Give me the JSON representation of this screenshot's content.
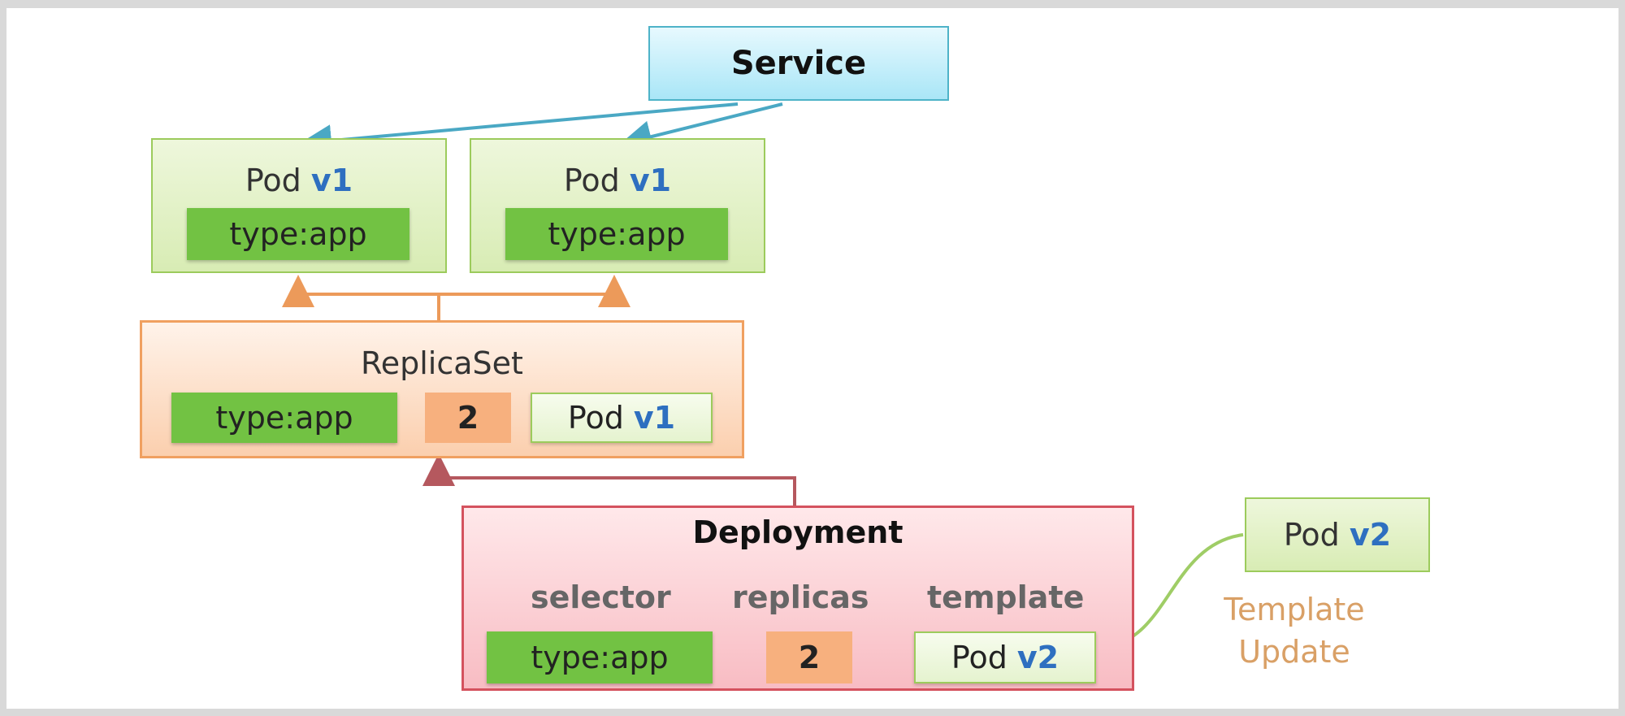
{
  "service": {
    "label": "Service"
  },
  "pods": [
    {
      "label": "Pod",
      "version": "v1",
      "selector": "type:app"
    },
    {
      "label": "Pod",
      "version": "v1",
      "selector": "type:app"
    }
  ],
  "replicaset": {
    "title": "ReplicaSet",
    "selector": "type:app",
    "replicas": "2",
    "template": {
      "label": "Pod",
      "version": "v1"
    }
  },
  "deployment": {
    "title": "Deployment",
    "selector_label": "selector",
    "replicas_label": "replicas",
    "template_label": "template",
    "selector": "type:app",
    "replicas": "2",
    "template": {
      "label": "Pod",
      "version": "v2"
    }
  },
  "new_pod": {
    "label": "Pod",
    "version": "v2"
  },
  "annotation": {
    "line1": "Template",
    "line2": "Update"
  },
  "colors": {
    "service_arrow": "#4aa8c4",
    "replicaset_arrow": "#ec9a5a",
    "deployment_arrow": "#b5585e",
    "update_arrow": "#9fcd66",
    "version_text": "#2e6fc0"
  }
}
